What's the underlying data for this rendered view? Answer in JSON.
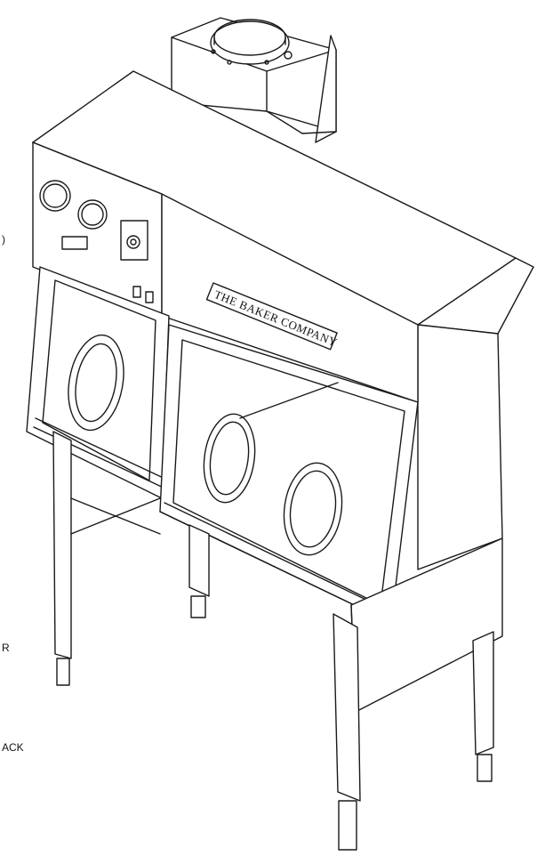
{
  "brand_plate": "THE BAKER COMPANY",
  "edge_labels": [
    ")",
    "R",
    "ACK"
  ],
  "colors": {
    "line": "#1a1a1a",
    "background": "#ffffff"
  }
}
